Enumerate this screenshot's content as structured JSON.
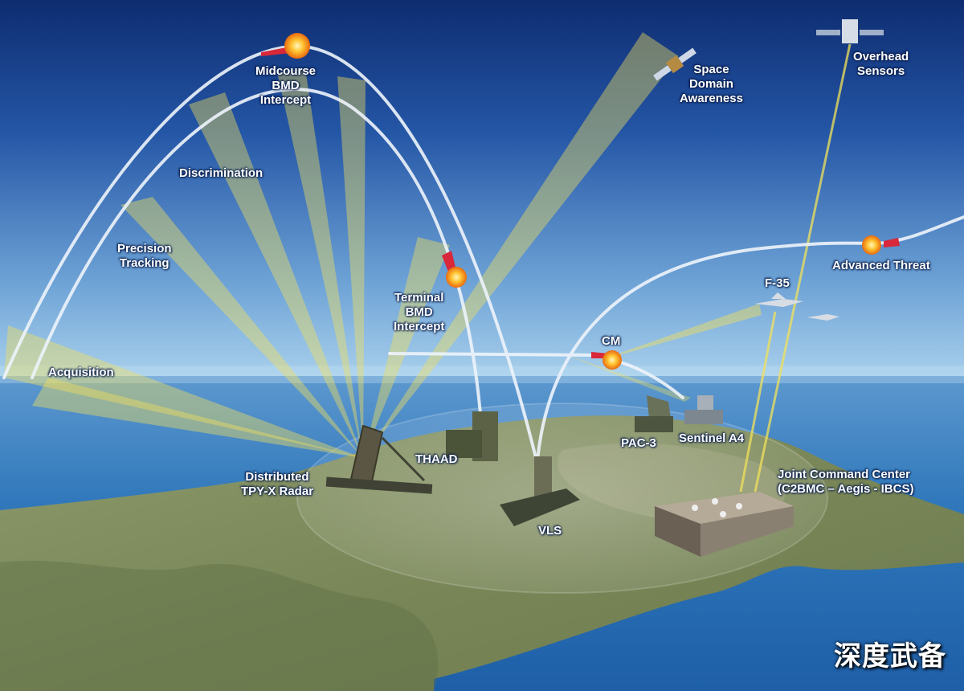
{
  "labels": {
    "midcourse": [
      "Midcourse",
      "BMD",
      "Intercept"
    ],
    "space_domain": [
      "Space",
      "Domain",
      "Awareness"
    ],
    "overhead": [
      "Overhead",
      "Sensors"
    ],
    "discrimination": [
      "Discrimination"
    ],
    "precision_tracking": [
      "Precision",
      "Tracking"
    ],
    "terminal": [
      "Terminal",
      "BMD",
      "Intercept"
    ],
    "advanced_threat": [
      "Advanced Threat"
    ],
    "f35": [
      "F-35"
    ],
    "cm": [
      "CM"
    ],
    "acquisition": [
      "Acquisition"
    ],
    "thaad": [
      "THAAD"
    ],
    "pac3": [
      "PAC-3"
    ],
    "sentinel": [
      "Sentinel A4"
    ],
    "radar": [
      "Distributed",
      "TPY-X Radar"
    ],
    "vls": [
      "VLS"
    ],
    "jcc": [
      "Joint Command Center",
      "(C2BMC – Aegis - IBCS)"
    ]
  },
  "watermark": "深度武备",
  "colors": {
    "sky_top": "#0f2f74",
    "sky_horizon": "#9cc6e6",
    "sea": "#2b72b5",
    "land": "#7c8a5c",
    "beam": "#f2e15a",
    "trajectory": "#eef4fb",
    "explosion": "#ffb01f",
    "missile": "#d8283a"
  },
  "icons": [
    "explosion-icon",
    "satellite-icon",
    "fighter-jet-icon",
    "radar-icon",
    "launcher-icon",
    "command-center-icon"
  ]
}
